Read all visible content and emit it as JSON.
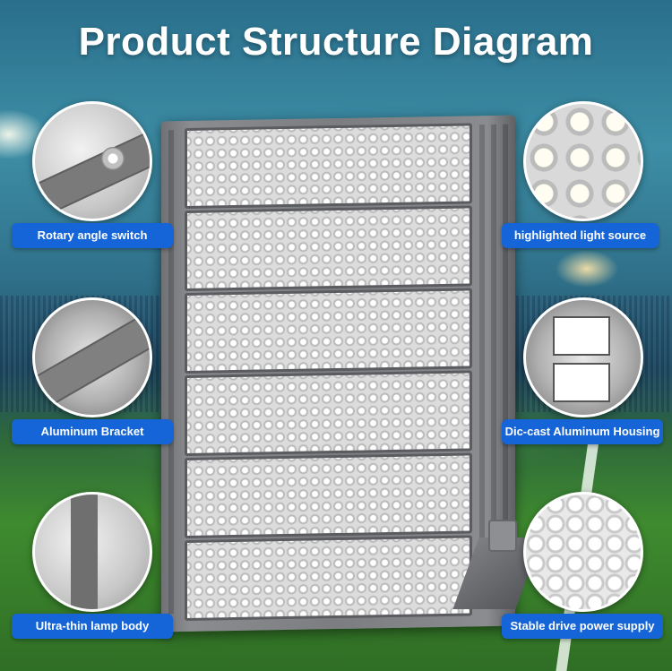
{
  "title": "Product Structure Diagram",
  "features": [
    {
      "label": "Rotary angle switch",
      "icon": "rotary-switch-closeup"
    },
    {
      "label": "highlighted light source",
      "icon": "led-chip-closeup"
    },
    {
      "label": "Aluminum Bracket",
      "icon": "bracket-closeup"
    },
    {
      "label": "Dic-cast Aluminum Housing",
      "icon": "housing-closeup"
    },
    {
      "label": "Ultra-thin lamp body",
      "icon": "lamp-body-closeup"
    },
    {
      "label": "Stable drive power supply",
      "icon": "power-supply-closeup"
    }
  ],
  "colors": {
    "label_background": "#1565d8",
    "label_text": "#ffffff",
    "title_text": "#ffffff",
    "housing": "#7b7d81"
  }
}
